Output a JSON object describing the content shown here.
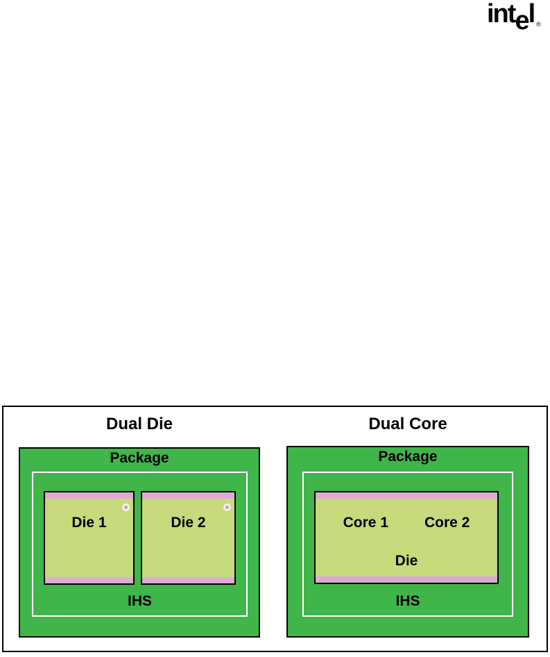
{
  "colors": {
    "page_bg": "#ffffff",
    "text": "#000000",
    "border_black": "#000000",
    "package_green": "#3FB54A",
    "die_fill": "#C6DA7C",
    "solder_pink": "#DFAAD2",
    "ihs_outline_white": "#FFFFFF",
    "dot_ring": "#F6F1E6",
    "dot_center": "#C4A3BB"
  },
  "logo": {
    "prefix": "int",
    "dropped_letter": "e",
    "suffix": "l",
    "registered_mark": "®"
  },
  "figure": {
    "left_panel": {
      "title": "Dual Die",
      "package_label": "Package",
      "die1_label": "Die 1",
      "die2_label": "Die 2",
      "ihs_label": "IHS"
    },
    "right_panel": {
      "title": "Dual Core",
      "package_label": "Package",
      "core1_label": "Core 1",
      "core2_label": "Core 2",
      "die_label": "Die",
      "ihs_label": "IHS"
    }
  }
}
